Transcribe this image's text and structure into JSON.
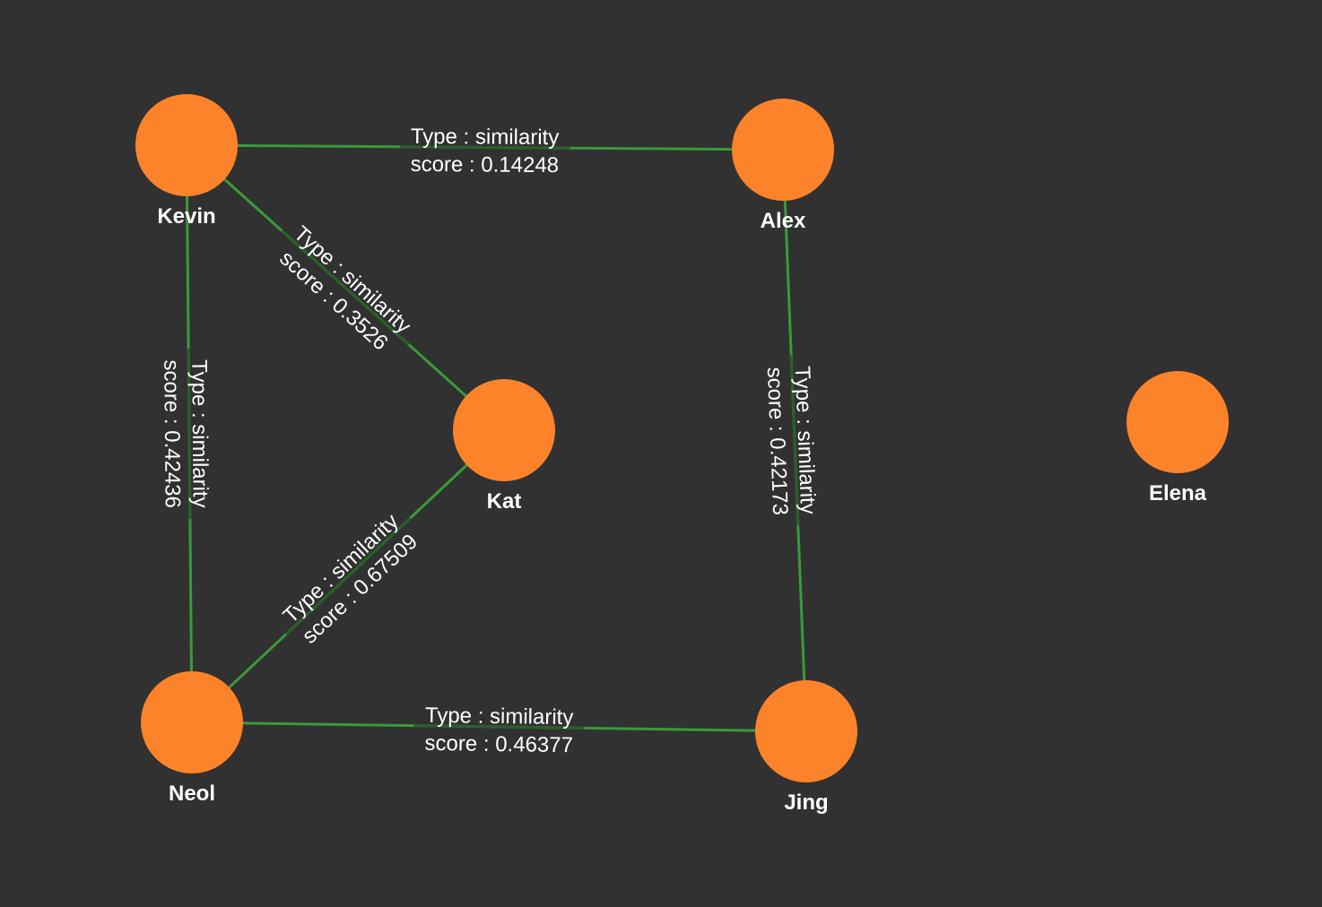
{
  "theme": {
    "background": "#313131",
    "node_color": "#fd832a",
    "edge_color": "#3a9a3a",
    "label_color": "#ffffff"
  },
  "nodes": [
    {
      "id": "kevin",
      "label": "Kevin"
    },
    {
      "id": "alex",
      "label": "Alex"
    },
    {
      "id": "kat",
      "label": "Kat"
    },
    {
      "id": "elena",
      "label": "Elena"
    },
    {
      "id": "neol",
      "label": "Neol"
    },
    {
      "id": "jing",
      "label": "Jing"
    }
  ],
  "edges": [
    {
      "id": "kevin-alex",
      "source": "kevin",
      "target": "alex",
      "type_label": "Type : similarity",
      "score_label": "score : 0.14248"
    },
    {
      "id": "kevin-kat",
      "source": "kevin",
      "target": "kat",
      "type_label": "Type : similarity",
      "score_label": "score : 0.3526"
    },
    {
      "id": "kevin-neol",
      "source": "kevin",
      "target": "neol",
      "type_label": "Type : similarity",
      "score_label": "score : 0.42436"
    },
    {
      "id": "alex-jing",
      "source": "alex",
      "target": "jing",
      "type_label": "Type : similarity",
      "score_label": "score : 0.42173"
    },
    {
      "id": "kat-neol",
      "source": "kat",
      "target": "neol",
      "type_label": "Type : similarity",
      "score_label": "score : 0.67509"
    },
    {
      "id": "neol-jing",
      "source": "neol",
      "target": "jing",
      "type_label": "Type : similarity",
      "score_label": "score : 0.46377"
    }
  ]
}
